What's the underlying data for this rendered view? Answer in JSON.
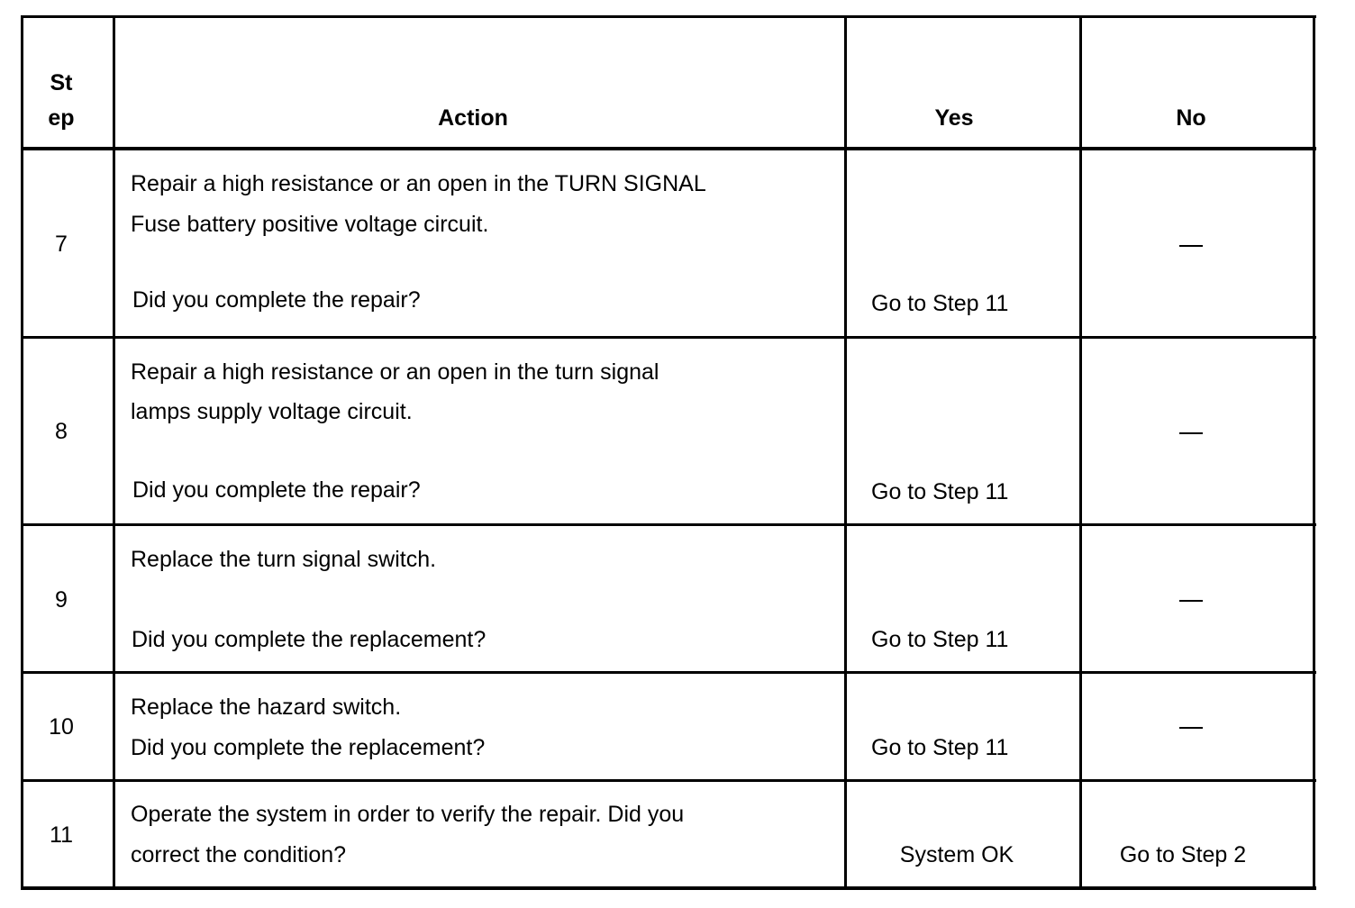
{
  "header": {
    "step_line1": "St",
    "step_line2": "ep",
    "action": "Action",
    "yes": "Yes",
    "no": "No"
  },
  "rows": [
    {
      "step": "7",
      "action_line1": "Repair a high resistance or an open in the TURN SIGNAL",
      "action_line2": "Fuse battery positive voltage circuit.",
      "question": "Did  you complete the repair?",
      "yes": "Go to Step 11",
      "no": "—"
    },
    {
      "step": "8",
      "action_line1": "Repair a high resistance or an open in the turn signal",
      "action_line2": "lamps supply voltage circuit.",
      "question": "Did you complete the repair?",
      "yes": "Go to Step 11",
      "no": "—"
    },
    {
      "step": "9",
      "action_line1": "Replace the turn signal switch.",
      "question": "Did you complete the replacement?",
      "yes": "Go to Step 11",
      "no": "—"
    },
    {
      "step": "10",
      "action_line1": "Replace the hazard switch.",
      "question": "Did you complete the replacement?",
      "yes": "Go to Step 11",
      "no": "—"
    },
    {
      "step": "11",
      "action_line1": "Operate the system in order to verify the repair. Did you",
      "action_line2": "correct the condition?",
      "yes": "System OK",
      "no": "Go to Step 2"
    }
  ]
}
